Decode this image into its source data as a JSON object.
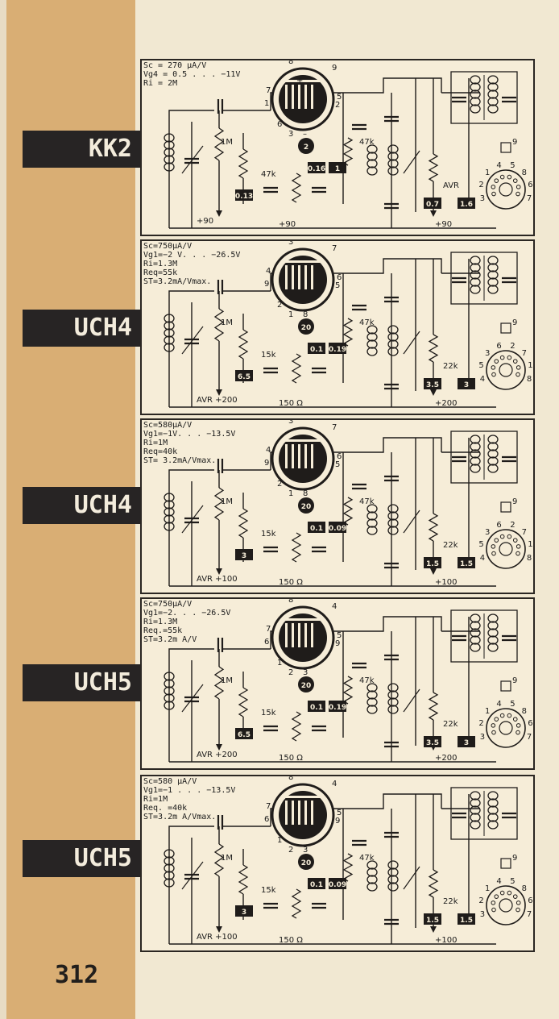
{
  "page_number": "312",
  "tubes": [
    {
      "name": "KK2",
      "specs": [
        "Sc = 270 µA/V",
        "Vg4 = 0.5 . . . −11V",
        "Ri = 2M"
      ],
      "pins": [
        "8",
        "9",
        "7",
        "5",
        "1",
        "2",
        "6",
        "3",
        "–",
        "+"
      ],
      "components": [
        "1M",
        "47k",
        "47k",
        "AVR",
        "+90",
        "+90",
        "+90"
      ],
      "values": [
        "0.13",
        "0.16",
        "1",
        "0.7",
        "1.6"
      ],
      "circle_values": [
        "2"
      ],
      "socket_pins": [
        "3",
        "2",
        "1",
        "4",
        "5",
        "8",
        "6",
        "7",
        "9"
      ]
    },
    {
      "name": "UCH4",
      "specs": [
        "Sc=750µA/V",
        "Vg1=−2 V. . . −26.5V",
        "Ri=1.3M",
        "Req=55k",
        "ST=3.2mA/Vmax."
      ],
      "pins": [
        "3",
        "7",
        "4",
        "6",
        "9",
        "5",
        "2",
        "1",
        "8"
      ],
      "components": [
        "1M",
        "15k",
        "47k",
        "22k",
        "150 Ω",
        "AVR +200",
        "+200"
      ],
      "values": [
        "6.5",
        "0.1",
        "0.19",
        "3.5",
        "3"
      ],
      "circle_values": [
        "20"
      ],
      "socket_pins": [
        "4",
        "5",
        "3",
        "6",
        "2",
        "7",
        "1",
        "8",
        "9"
      ]
    },
    {
      "name": "UCH4",
      "specs": [
        "Sc=580µA/V",
        "Vg1=−1V. . . −13.5V",
        "Ri=1M",
        "Req=40k",
        "ST= 3.2mA/Vmax."
      ],
      "pins": [
        "3",
        "7",
        "4",
        "6",
        "9",
        "5",
        "2",
        "1",
        "8"
      ],
      "components": [
        "1M",
        "15k",
        "47k",
        "22k",
        "150 Ω",
        "AVR +100",
        "+100"
      ],
      "values": [
        "3",
        "0.1",
        "0.09",
        "1.5",
        "1.5"
      ],
      "circle_values": [
        "20"
      ],
      "socket_pins": [
        "4",
        "5",
        "3",
        "6",
        "2",
        "7",
        "1",
        "8",
        "9"
      ]
    },
    {
      "name": "UCH5",
      "specs": [
        "Sc=750µA/V",
        "Vg1=−2. . . −26.5V",
        "Ri=1.3M",
        "Req.=55k",
        "ST=3.2m A/V"
      ],
      "pins": [
        "8",
        "4",
        "7",
        "5",
        "6",
        "9",
        "1",
        "2",
        "3"
      ],
      "components": [
        "1M",
        "15k",
        "47k",
        "22k",
        "150 Ω",
        "AVR +200",
        "+200"
      ],
      "values": [
        "6.5",
        "0.1",
        "0.19",
        "3.5",
        "3"
      ],
      "circle_values": [
        "20"
      ],
      "socket_pins": [
        "3",
        "2",
        "1",
        "4",
        "5",
        "8",
        "6",
        "7",
        "9"
      ]
    },
    {
      "name": "UCH5",
      "specs": [
        "Sc=580 µA/V",
        "Vg1=−1 . . . −13.5V",
        "Ri=1M",
        "Req. =40k",
        "ST=3.2m A/Vmax."
      ],
      "pins": [
        "8",
        "4",
        "7",
        "5",
        "6",
        "9",
        "1",
        "2",
        "3"
      ],
      "components": [
        "1M",
        "15k",
        "47k",
        "22k",
        "150 Ω",
        "AVR +100",
        "+100"
      ],
      "values": [
        "3",
        "0.1",
        "0.09",
        "1.5",
        "1.5"
      ],
      "circle_values": [
        "20"
      ],
      "socket_pins": [
        "3",
        "2",
        "1",
        "4",
        "5",
        "8",
        "6",
        "7",
        "9"
      ]
    }
  ]
}
